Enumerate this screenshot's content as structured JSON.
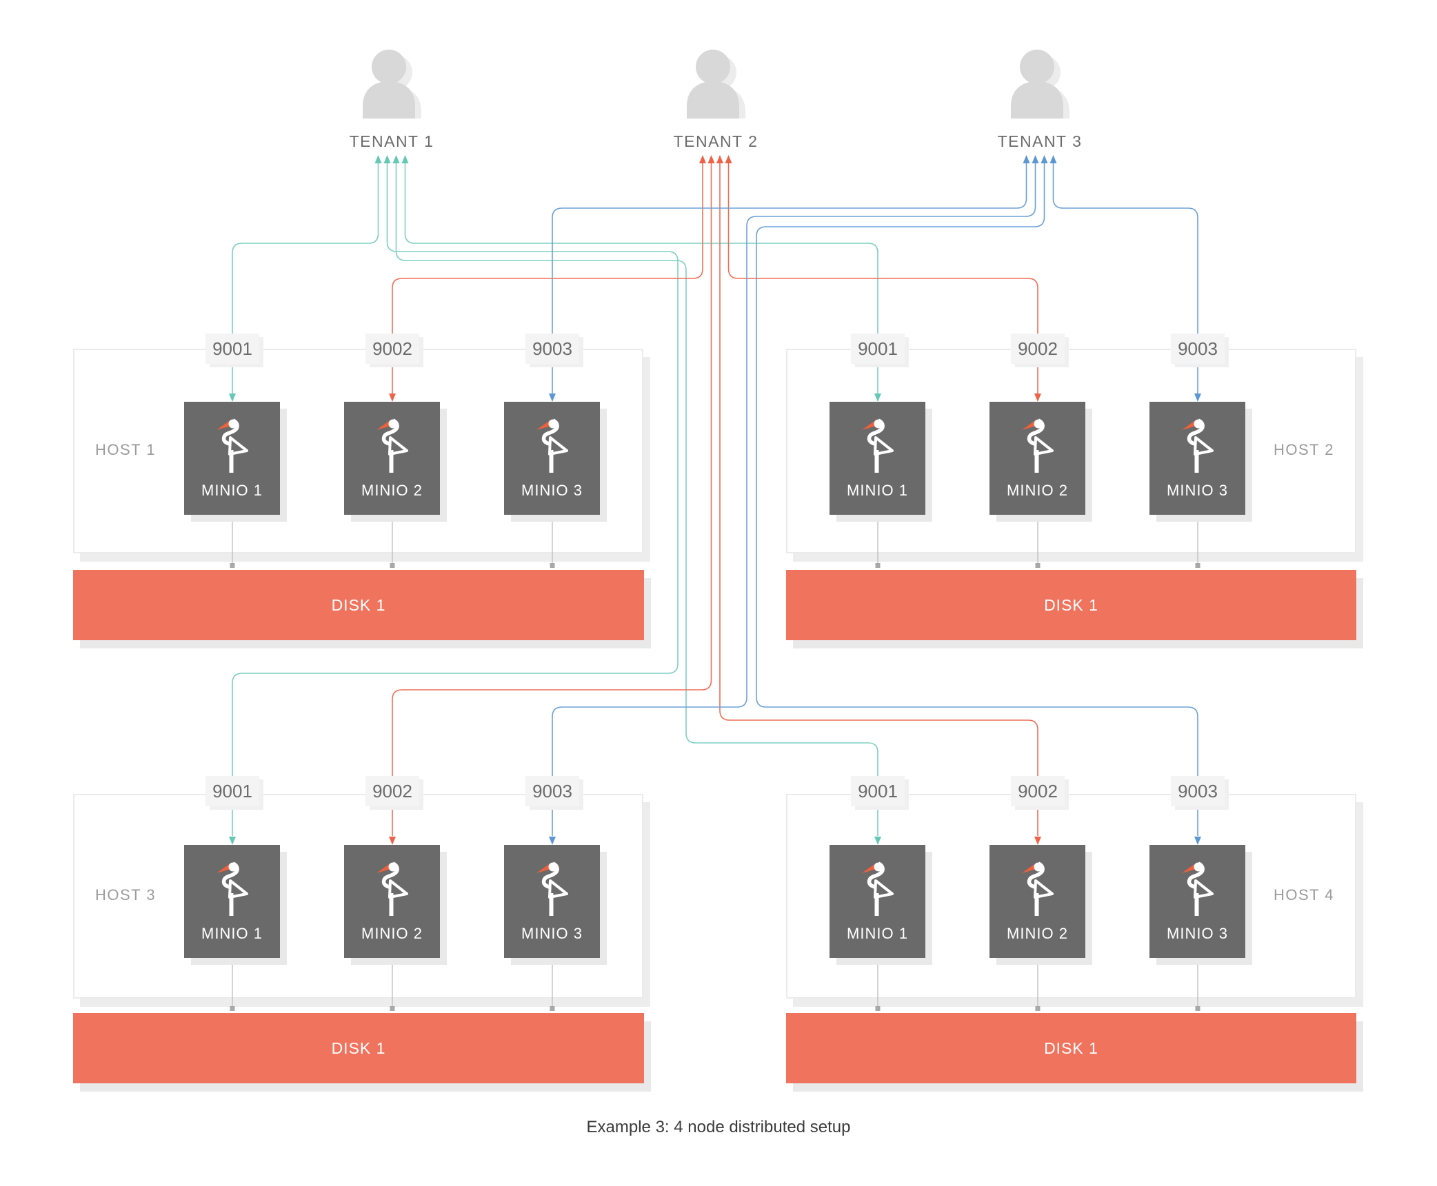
{
  "caption": "Example 3: 4 node distributed setup",
  "tenants": [
    {
      "label": "TENANT 1",
      "line_color": "#7ecfc0"
    },
    {
      "label": "TENANT 2",
      "line_color": "#ef6e56"
    },
    {
      "label": "TENANT 3",
      "line_color": "#6ba1d8"
    }
  ],
  "hosts": [
    {
      "name": "HOST 1",
      "label_side": "left",
      "ports": [
        "9001",
        "9002",
        "9003"
      ],
      "nodes": [
        {
          "port": "9001",
          "label": "MINIO 1"
        },
        {
          "port": "9002",
          "label": "MINIO 2"
        },
        {
          "port": "9003",
          "label": "MINIO 3"
        }
      ],
      "disk": "DISK 1"
    },
    {
      "name": "HOST 2",
      "label_side": "right",
      "ports": [
        "9001",
        "9002",
        "9003"
      ],
      "nodes": [
        {
          "port": "9001",
          "label": "MINIO 1"
        },
        {
          "port": "9002",
          "label": "MINIO 2"
        },
        {
          "port": "9003",
          "label": "MINIO 3"
        }
      ],
      "disk": "DISK 1"
    },
    {
      "name": "HOST 3",
      "label_side": "left",
      "ports": [
        "9001",
        "9002",
        "9003"
      ],
      "nodes": [
        {
          "port": "9001",
          "label": "MINIO 1"
        },
        {
          "port": "9002",
          "label": "MINIO 2"
        },
        {
          "port": "9003",
          "label": "MINIO 3"
        }
      ],
      "disk": "DISK 1"
    },
    {
      "name": "HOST 4",
      "label_side": "right",
      "ports": [
        "9001",
        "9002",
        "9003"
      ],
      "nodes": [
        {
          "port": "9001",
          "label": "MINIO 1"
        },
        {
          "port": "9002",
          "label": "MINIO 2"
        },
        {
          "port": "9003",
          "label": "MINIO 3"
        }
      ],
      "disk": "DISK 1"
    }
  ],
  "colors": {
    "tenant1_line": "#7ecfc0",
    "tenant2_line": "#ef6e56",
    "tenant3_line": "#6ba1d8",
    "minio_box": "#6a6a6a",
    "disk_bar": "#f0735e",
    "port_label_bg": "#f4f4f4",
    "stork_beak": "#f1603d",
    "person_icon": "#d8d8d8"
  },
  "icons": {
    "tenant": "person-icon",
    "minio": "minio-stork-icon"
  }
}
